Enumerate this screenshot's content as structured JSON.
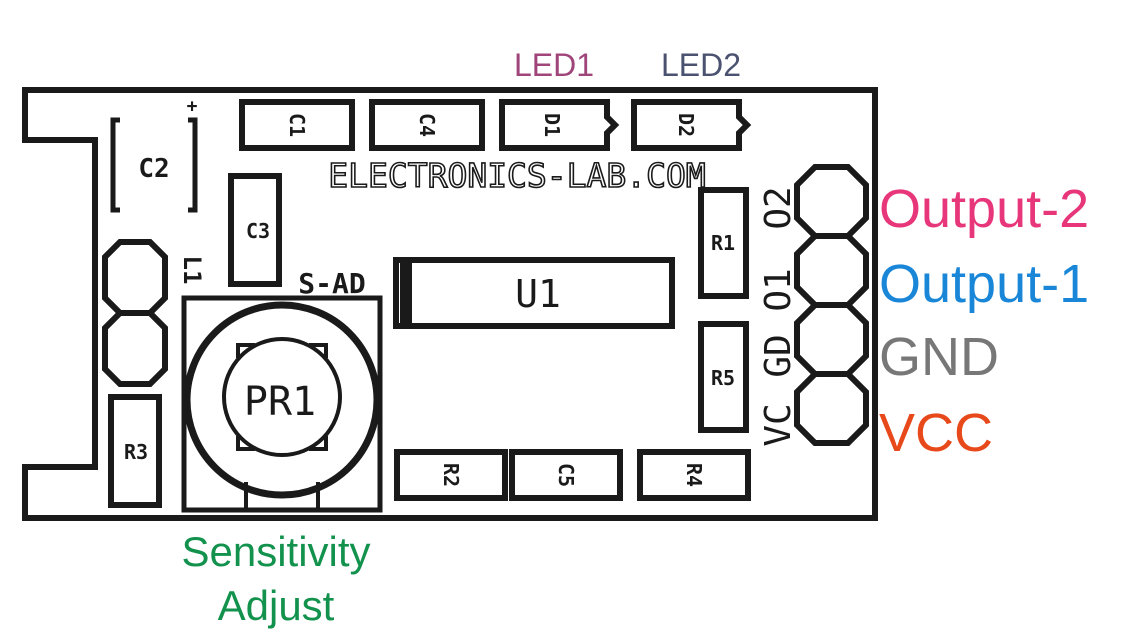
{
  "board": {
    "watermark": "ELECTRONICS-LAB.COM",
    "silkscreen_color": "#1a1a1a"
  },
  "components": {
    "c1": "C1",
    "c2": "C2",
    "c3": "C3",
    "c4": "C4",
    "c5": "C5",
    "d1": "D1",
    "d2": "D2",
    "r1": "R1",
    "r2": "R2",
    "r3": "R3",
    "r4": "R4",
    "r5": "R5",
    "u1": "U1",
    "l1": "L1",
    "pr1": "PR1",
    "s_ad": "S-AD",
    "c2_polarity": "+"
  },
  "pin_labels": {
    "o2": "O2",
    "o1": "O1",
    "gd": "GD",
    "vc": "VC"
  },
  "annotations": {
    "led1": {
      "text": "LED1",
      "color": "#a0457a"
    },
    "led2": {
      "text": "LED2",
      "color": "#4a5270"
    },
    "output2": {
      "text": "Output-2",
      "color": "#e8367a"
    },
    "output1": {
      "text": "Output-1",
      "color": "#1a86d8"
    },
    "gnd": {
      "text": "GND",
      "color": "#777777"
    },
    "vcc": {
      "text": "VCC",
      "color": "#e8491b"
    },
    "sensitivity_line1": {
      "text": "Sensitivity",
      "color": "#13924e"
    },
    "sensitivity_line2": {
      "text": "Adjust",
      "color": "#13924e"
    }
  }
}
